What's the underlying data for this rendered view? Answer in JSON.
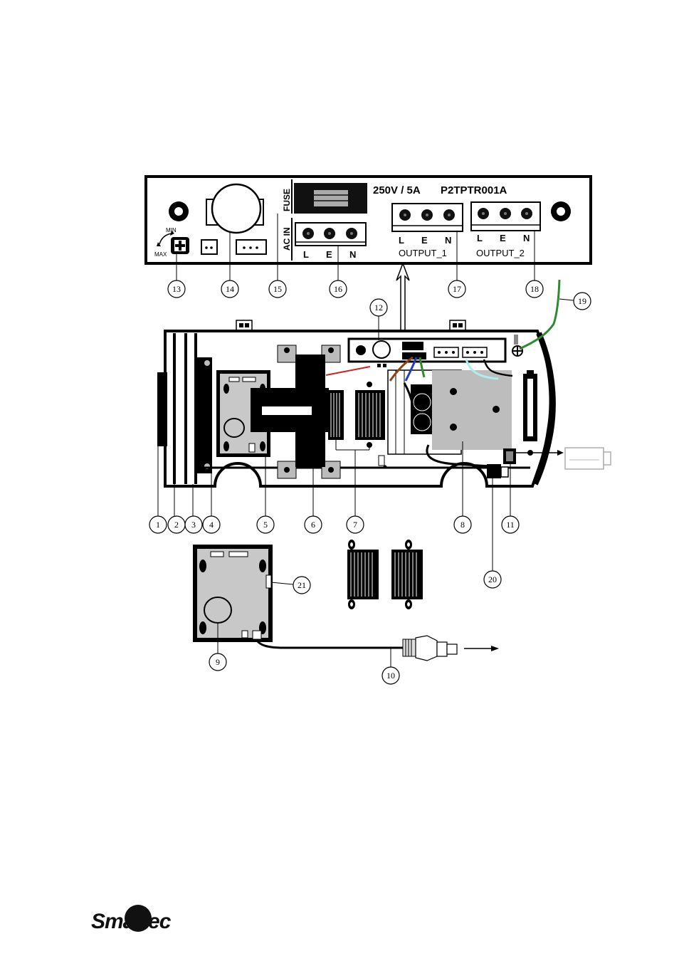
{
  "panel": {
    "rating": "250V / 5A",
    "model": "P2TPTR001A",
    "fuse_label": "FUSE",
    "acin_label": "AC IN",
    "acin_terminals": [
      "L",
      "E",
      "N"
    ],
    "output1_terminals": [
      "L",
      "E",
      "N"
    ],
    "output1_label": "OUTPUT_1",
    "output2_terminals": [
      "L",
      "E",
      "N"
    ],
    "output2_label": "OUTPUT_2",
    "pot_min": "MIN",
    "pot_max": "MAX"
  },
  "callouts": [
    "1",
    "2",
    "3",
    "4",
    "5",
    "6",
    "7",
    "8",
    "9",
    "10",
    "11",
    "12",
    "13",
    "14",
    "15",
    "16",
    "17",
    "18",
    "19",
    "20",
    "21"
  ],
  "logo": {
    "text": "Smartec"
  },
  "colors": {
    "ink": "#000000",
    "panel_gray": "#c8c8c8",
    "earth_wire": "#2e8b2e",
    "brown_wire": "#8b4513",
    "blue_wire": "#1f3fbf",
    "red_wire": "#d02020"
  }
}
